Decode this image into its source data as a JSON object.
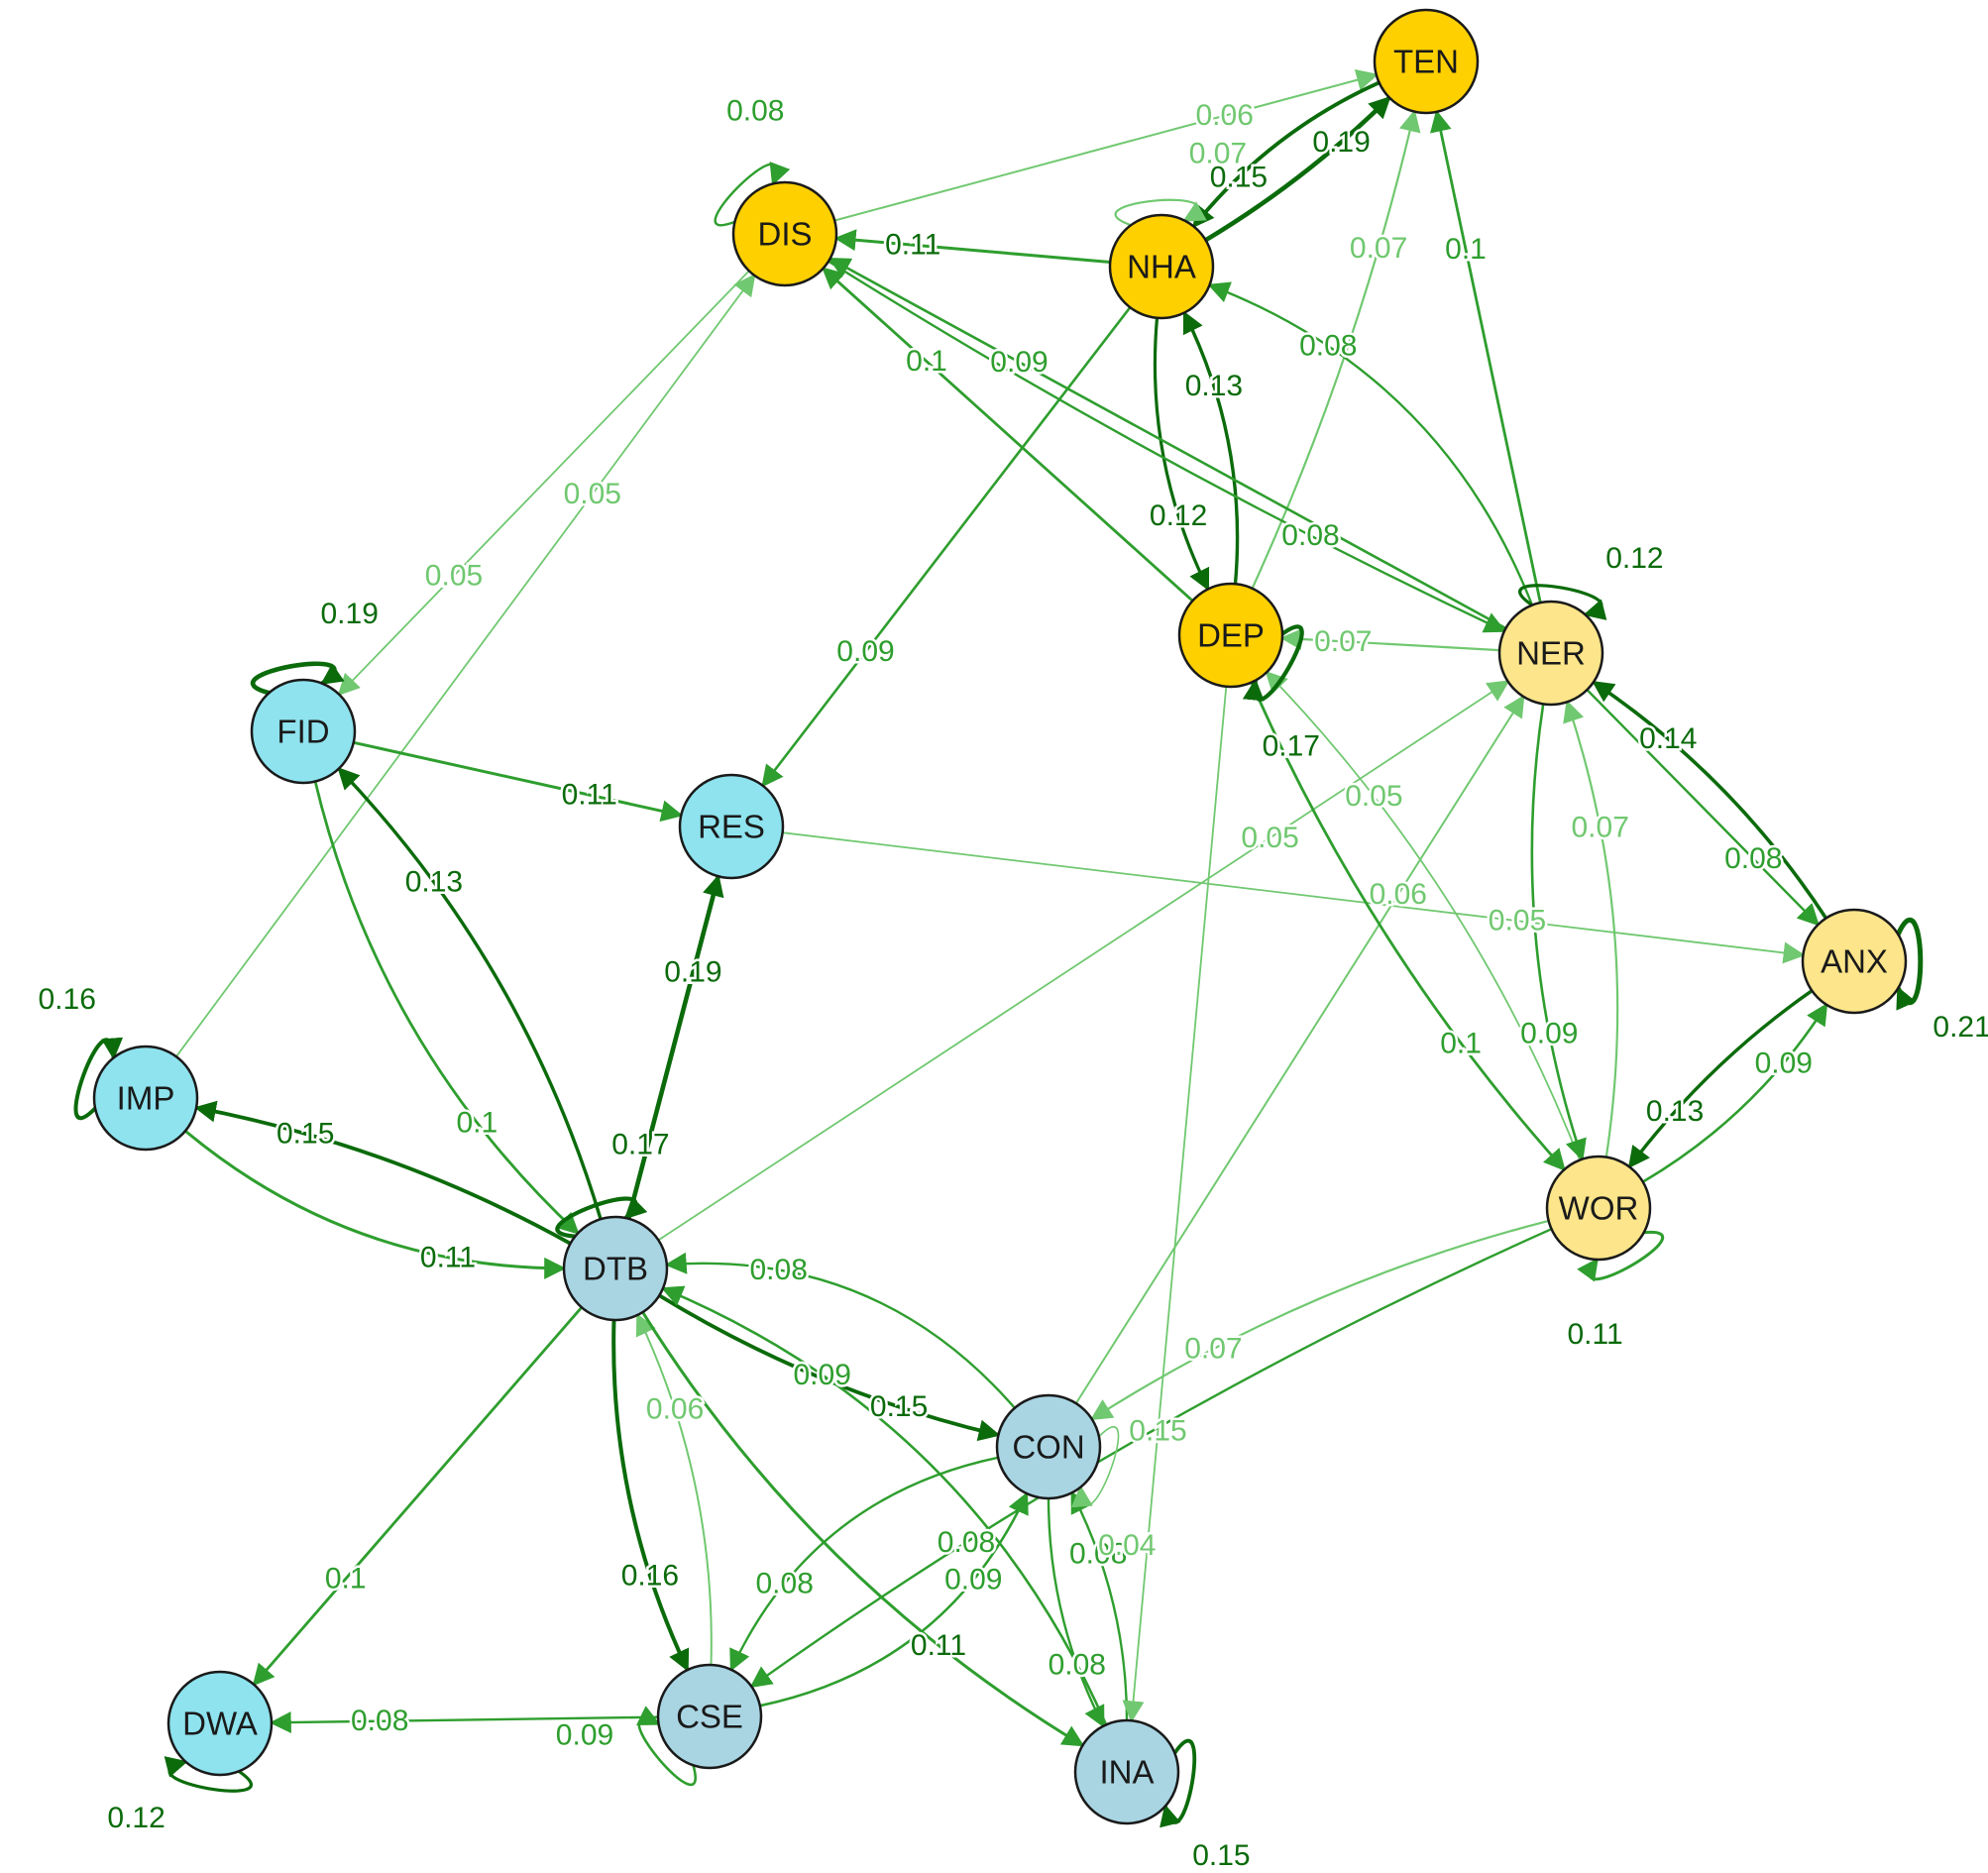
{
  "colors": {
    "node_dark_gold": "#FFD000",
    "node_light_gold": "#FCE58A",
    "node_cyan": "#8EE3EE",
    "node_lightblue": "#A9D5E3",
    "edge_strong": "#0B6B0B",
    "edge_mid": "#2E9E2E",
    "edge_light": "#70C870"
  },
  "nodes": [
    {
      "id": "TEN",
      "label": "TEN",
      "group": "dark"
    },
    {
      "id": "DIS",
      "label": "DIS",
      "group": "dark"
    },
    {
      "id": "NHA",
      "label": "NHA",
      "group": "dark"
    },
    {
      "id": "DEP",
      "label": "DEP",
      "group": "dark"
    },
    {
      "id": "NER",
      "label": "NER",
      "group": "light"
    },
    {
      "id": "ANX",
      "label": "ANX",
      "group": "light"
    },
    {
      "id": "WOR",
      "label": "WOR",
      "group": "light"
    },
    {
      "id": "FID",
      "label": "FID",
      "group": "cyan"
    },
    {
      "id": "RES",
      "label": "RES",
      "group": "cyan"
    },
    {
      "id": "IMP",
      "label": "IMP",
      "group": "cyan"
    },
    {
      "id": "DWA",
      "label": "DWA",
      "group": "cyan"
    },
    {
      "id": "DTB",
      "label": "DTB",
      "group": "blue"
    },
    {
      "id": "CON",
      "label": "CON",
      "group": "blue"
    },
    {
      "id": "CSE",
      "label": "CSE",
      "group": "blue"
    },
    {
      "id": "INA",
      "label": "INA",
      "group": "blue"
    }
  ],
  "edges": [
    {
      "from": "DIS",
      "to": "TEN",
      "label": "0.06",
      "w": 0.06,
      "curve": 0
    },
    {
      "from": "NHA",
      "to": "DIS",
      "label": "0.11",
      "w": 0.11,
      "curve": 0
    },
    {
      "from": "NHA",
      "to": "TEN",
      "label": "0.19",
      "w": 0.19,
      "curve": 0.06
    },
    {
      "from": "TEN",
      "to": "NHA",
      "label": "0.15",
      "w": 0.15,
      "curve": 0.12
    },
    {
      "from": "NHA",
      "to": "DEP",
      "label": "0.12",
      "w": 0.12,
      "curve": 0.14
    },
    {
      "from": "DEP",
      "to": "NHA",
      "label": "0.13",
      "w": 0.13,
      "curve": 0.14
    },
    {
      "from": "DEP",
      "to": "TEN",
      "label": "0.07",
      "w": 0.07,
      "curve": 0.05
    },
    {
      "from": "NER",
      "to": "TEN",
      "label": "0.1",
      "w": 0.1,
      "curve": 0
    },
    {
      "from": "NER",
      "to": "NHA",
      "label": "0.08",
      "w": 0.08,
      "curve": 0.22
    },
    {
      "from": "DEP",
      "to": "DIS",
      "label": "0.1",
      "w": 0.1,
      "curve": 0
    },
    {
      "from": "NER",
      "to": "DIS",
      "label": "0.09",
      "w": 0.09,
      "curve": 0
    },
    {
      "from": "DIS",
      "to": "NER",
      "label": "0.08",
      "w": 0.08,
      "curve": 0.03
    },
    {
      "from": "NER",
      "to": "DEP",
      "label": "0.07",
      "w": 0.07,
      "curve": 0
    },
    {
      "from": "WOR",
      "to": "DEP",
      "label": "0.05",
      "w": 0.05,
      "curve": 0.1
    },
    {
      "from": "NHA",
      "to": "RES",
      "label": "0.09",
      "w": 0.09,
      "curve": 0
    },
    {
      "from": "IMP",
      "to": "DIS",
      "label": "0.05",
      "w": 0.05,
      "curve": 0
    },
    {
      "from": "DIS",
      "to": "FID",
      "label": "0.05",
      "w": 0.05,
      "curve": 0
    },
    {
      "from": "FID",
      "to": "RES",
      "label": "0.11",
      "w": 0.11,
      "curve": 0
    },
    {
      "from": "DTB",
      "to": "FID",
      "label": "0.13",
      "w": 0.13,
      "curve": 0.12
    },
    {
      "from": "FID",
      "to": "DTB",
      "label": "0.1",
      "w": 0.1,
      "curve": 0.15
    },
    {
      "from": "DTB",
      "to": "RES",
      "label": "0.19",
      "w": 0.19,
      "curve": 0
    },
    {
      "from": "DTB",
      "to": "IMP",
      "label": "0.15",
      "w": 0.15,
      "curve": 0.08
    },
    {
      "from": "IMP",
      "to": "DTB",
      "label": "0.11",
      "w": 0.11,
      "curve": 0.18
    },
    {
      "from": "RES",
      "to": "ANX",
      "label": "0.05",
      "w": 0.05,
      "curve": 0
    },
    {
      "from": "DTB",
      "to": "NER",
      "label": "0.05",
      "w": 0.05,
      "curve": 0
    },
    {
      "from": "CON",
      "to": "NER",
      "label": "0.06",
      "w": 0.06,
      "curve": 0
    },
    {
      "from": "ANX",
      "to": "NER",
      "label": "0.14",
      "w": 0.14,
      "curve": 0.1
    },
    {
      "from": "WOR",
      "to": "NER",
      "label": "0.07",
      "w": 0.07,
      "curve": 0.12
    },
    {
      "from": "NER",
      "to": "ANX",
      "label": "0.08",
      "w": 0.08,
      "curve": 0
    },
    {
      "from": "NER",
      "to": "WOR",
      "label": "0.09",
      "w": 0.09,
      "curve": 0.12
    },
    {
      "from": "ANX",
      "to": "WOR",
      "label": "0.13",
      "w": 0.13,
      "curve": 0.08
    },
    {
      "from": "WOR",
      "to": "ANX",
      "label": "0.09",
      "w": 0.09,
      "curve": 0.12
    },
    {
      "from": "DEP",
      "to": "WOR",
      "label": "0.1",
      "w": 0.1,
      "curve": 0.08
    },
    {
      "from": "DTB",
      "to": "CON",
      "label": "0.15",
      "w": 0.15,
      "curve": 0.08
    },
    {
      "from": "CON",
      "to": "DTB",
      "label": "0.08",
      "w": 0.08,
      "curve": 0.25
    },
    {
      "from": "INA",
      "to": "DTB",
      "label": "0.09",
      "w": 0.09,
      "curve": 0.2
    },
    {
      "from": "CSE",
      "to": "DTB",
      "label": "0.06",
      "w": 0.06,
      "curve": 0.12
    },
    {
      "from": "DTB",
      "to": "CSE",
      "label": "0.16",
      "w": 0.16,
      "curve": 0.12
    },
    {
      "from": "DTB",
      "to": "INA",
      "label": "0.11",
      "w": 0.11,
      "curve": 0.12
    },
    {
      "from": "DTB",
      "to": "DWA",
      "label": "0.1",
      "w": 0.1,
      "curve": 0
    },
    {
      "from": "CSE",
      "to": "DWA",
      "label": "0.08",
      "w": 0.08,
      "curve": 0
    },
    {
      "from": "CON",
      "to": "CSE",
      "label": "0.08",
      "w": 0.08,
      "curve": 0.25
    },
    {
      "from": "CSE",
      "to": "CON",
      "label": "0.09",
      "w": 0.09,
      "curve": 0.25
    },
    {
      "from": "WOR",
      "to": "CON",
      "label": "0.07",
      "w": 0.07,
      "curve": 0.08
    },
    {
      "from": "WOR",
      "to": "CSE",
      "label": "0.08",
      "w": 0.08,
      "curve": 0.05
    },
    {
      "from": "INA",
      "to": "CON",
      "label": "0.08",
      "w": 0.08,
      "curve": 0.12
    },
    {
      "from": "CON",
      "to": "INA",
      "label": "0.08",
      "w": 0.08,
      "curve": 0.12
    },
    {
      "from": "DEP",
      "to": "INA",
      "label": "0.15",
      "w": 0.05,
      "curve": 0
    }
  ],
  "loops": [
    {
      "node": "DIS",
      "label": "0.08",
      "w": 0.08
    },
    {
      "node": "NHA",
      "label": "0.07",
      "w": 0.07
    },
    {
      "node": "DEP",
      "label": "0.17",
      "w": 0.17
    },
    {
      "node": "NER",
      "label": "0.12",
      "w": 0.12
    },
    {
      "node": "ANX",
      "label": "0.21",
      "w": 0.21
    },
    {
      "node": "WOR",
      "label": "0.11",
      "w": 0.11
    },
    {
      "node": "FID",
      "label": "0.19",
      "w": 0.19
    },
    {
      "node": "IMP",
      "label": "0.16",
      "w": 0.16
    },
    {
      "node": "DTB",
      "label": "0.17",
      "w": 0.17
    },
    {
      "node": "CON",
      "label": "0.04",
      "w": 0.04
    },
    {
      "node": "CSE",
      "label": "0.09",
      "w": 0.09
    },
    {
      "node": "DWA",
      "label": "0.12",
      "w": 0.12
    },
    {
      "node": "INA",
      "label": "0.15",
      "w": 0.15
    }
  ]
}
